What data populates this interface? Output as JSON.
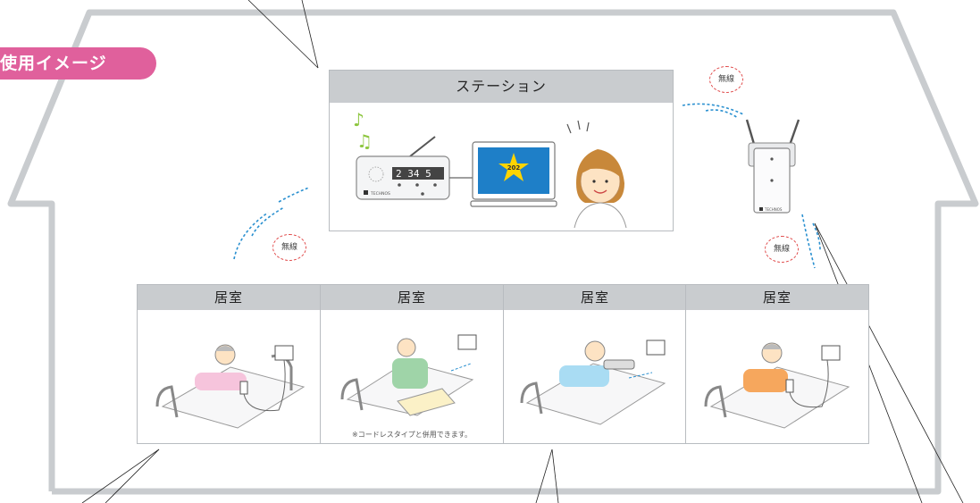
{
  "badge": {
    "label": "使用イメージ",
    "visible": "使用イメージ"
  },
  "station": {
    "title": "ステーション",
    "room_number": "202",
    "receiver_brand": "TECHNOS",
    "receiver_display": "2 34 5"
  },
  "repeater": {
    "brand": "TECHNOS"
  },
  "wireless_label": "無線",
  "rooms": [
    {
      "title": "居室",
      "note": ""
    },
    {
      "title": "居室",
      "note": "※コードレスタイプと併用できます。"
    },
    {
      "title": "居室",
      "note": ""
    },
    {
      "title": "居室",
      "note": ""
    }
  ],
  "colors": {
    "badge": "#e0609c",
    "house_outline": "#c9cccf",
    "header": "#c9cccf",
    "wireless_dash": "#e04a4a",
    "signal": "#2a90d0",
    "screen": "#1e7fc8",
    "star": "#ffd400"
  }
}
